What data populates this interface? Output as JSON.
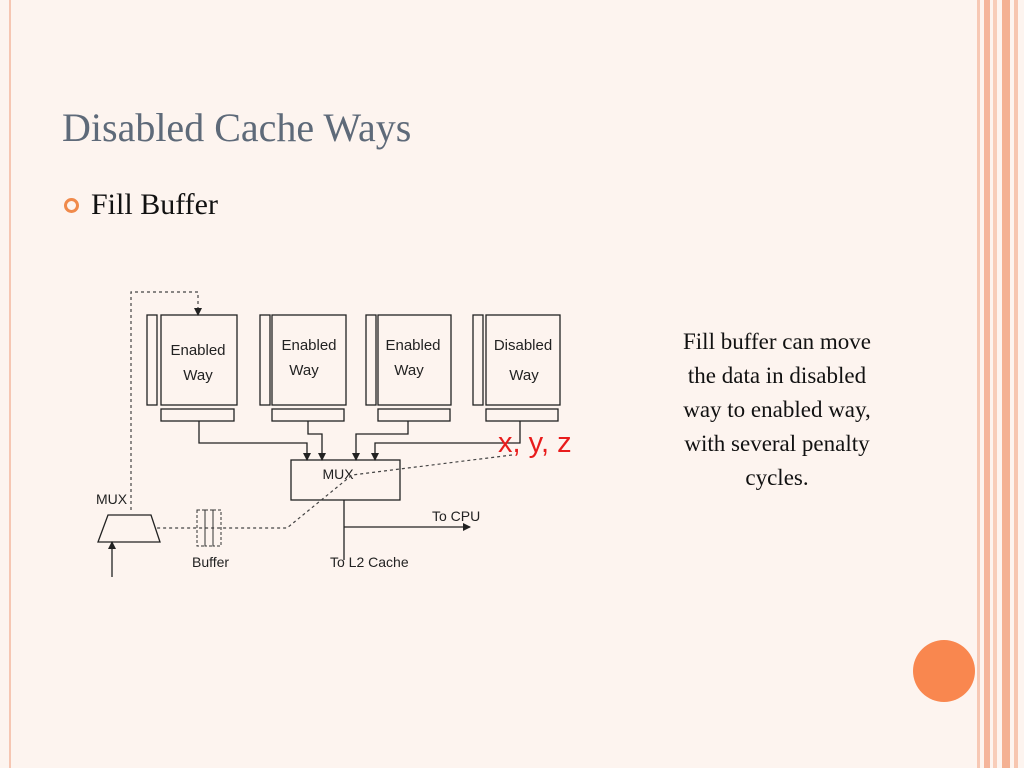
{
  "title": "Disabled Cache Ways",
  "bullet": "Fill Buffer",
  "note_lines": [
    "Fill buffer can move",
    "the data in disabled",
    "way to enabled way,",
    "with several penalty",
    "cycles."
  ],
  "diagram": {
    "ways": [
      {
        "line1": "Enabled",
        "line2": "Way"
      },
      {
        "line1": "Enabled",
        "line2": "Way"
      },
      {
        "line1": "Enabled",
        "line2": "Way"
      },
      {
        "line1": "Disabled",
        "line2": "Way"
      }
    ],
    "mux_center": "MUX",
    "mux_left": "MUX",
    "buffer": "Buffer",
    "to_cpu": "To CPU",
    "to_l2": "To L2 Cache",
    "annotation": "x, y, z"
  },
  "colors": {
    "title": "#5e6a79",
    "bullet": "#f08a4b",
    "accent_dot": "#f9874f",
    "annotation": "#e81c1c",
    "background": "#fdf4ef"
  }
}
